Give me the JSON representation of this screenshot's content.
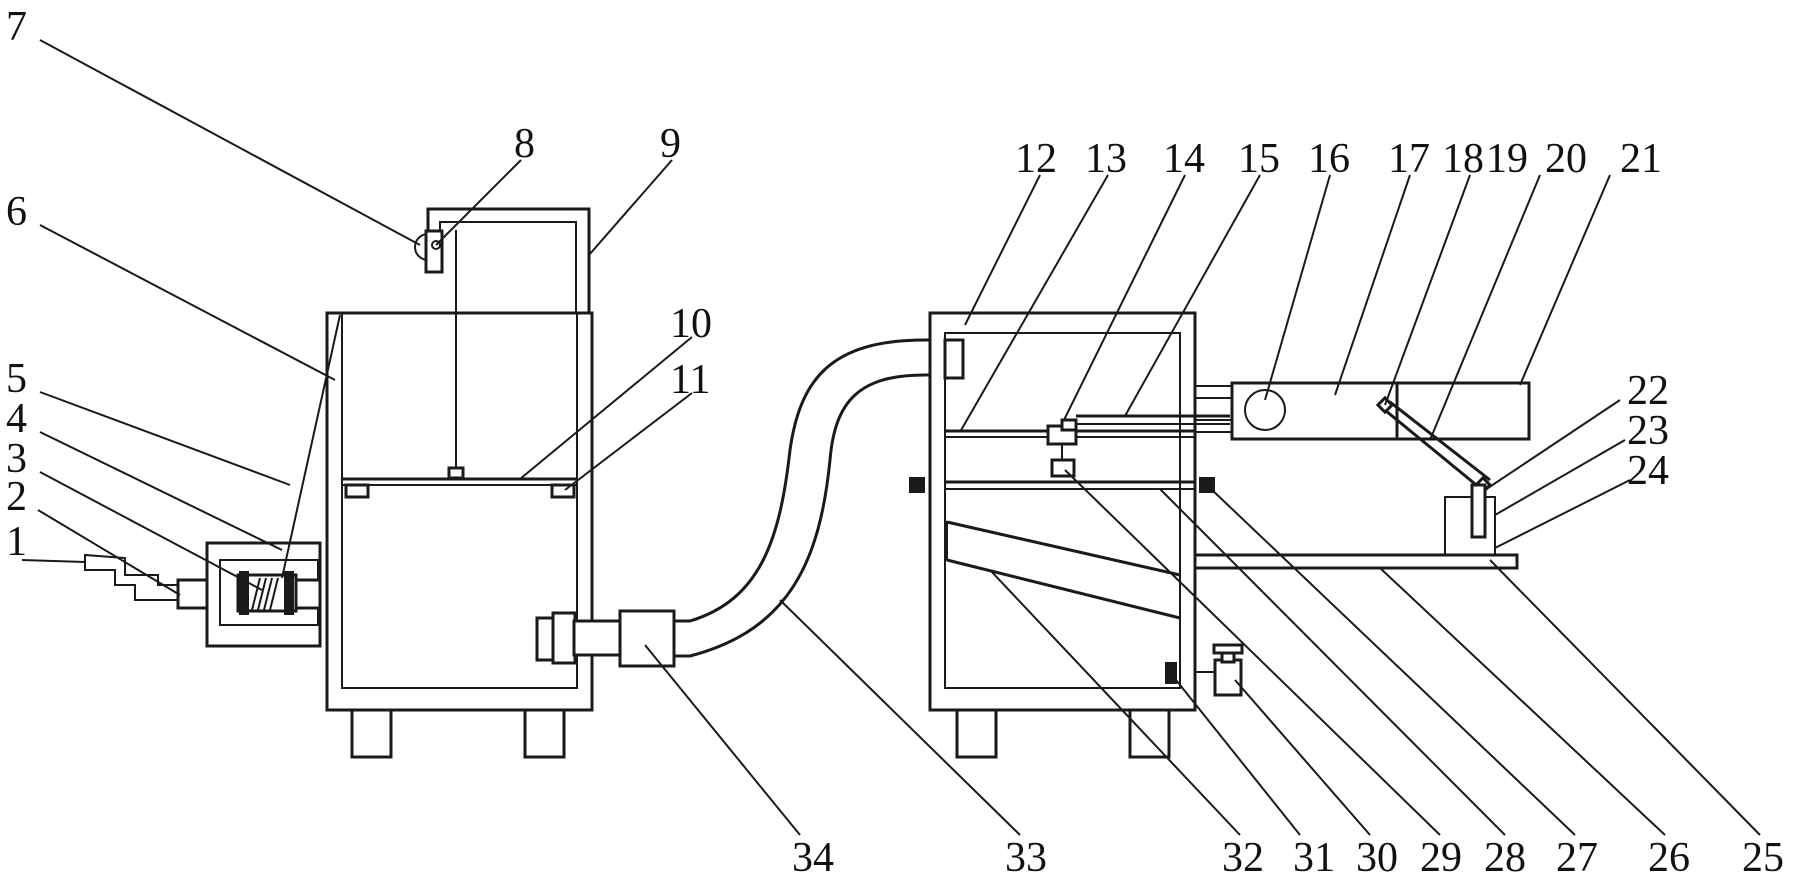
{
  "figure": {
    "callouts": [
      {
        "id": "1",
        "text": "1"
      },
      {
        "id": "2",
        "text": "2"
      },
      {
        "id": "3",
        "text": "3"
      },
      {
        "id": "4",
        "text": "4"
      },
      {
        "id": "5",
        "text": "5"
      },
      {
        "id": "6",
        "text": "6"
      },
      {
        "id": "7",
        "text": "7"
      },
      {
        "id": "8",
        "text": "8"
      },
      {
        "id": "9",
        "text": "9"
      },
      {
        "id": "10",
        "text": "10"
      },
      {
        "id": "11",
        "text": "11"
      },
      {
        "id": "12",
        "text": "12"
      },
      {
        "id": "13",
        "text": "13"
      },
      {
        "id": "14",
        "text": "14"
      },
      {
        "id": "15",
        "text": "15"
      },
      {
        "id": "16",
        "text": "16"
      },
      {
        "id": "17",
        "text": "17"
      },
      {
        "id": "18",
        "text": "18"
      },
      {
        "id": "19",
        "text": "19"
      },
      {
        "id": "20",
        "text": "20"
      },
      {
        "id": "21",
        "text": "21"
      },
      {
        "id": "22",
        "text": "22"
      },
      {
        "id": "23",
        "text": "23"
      },
      {
        "id": "24",
        "text": "24"
      },
      {
        "id": "25",
        "text": "25"
      },
      {
        "id": "26",
        "text": "26"
      },
      {
        "id": "27",
        "text": "27"
      },
      {
        "id": "28",
        "text": "28"
      },
      {
        "id": "29",
        "text": "29"
      },
      {
        "id": "30",
        "text": "30"
      },
      {
        "id": "31",
        "text": "31"
      },
      {
        "id": "32",
        "text": "32"
      },
      {
        "id": "33",
        "text": "33"
      },
      {
        "id": "34",
        "text": "34"
      }
    ]
  }
}
